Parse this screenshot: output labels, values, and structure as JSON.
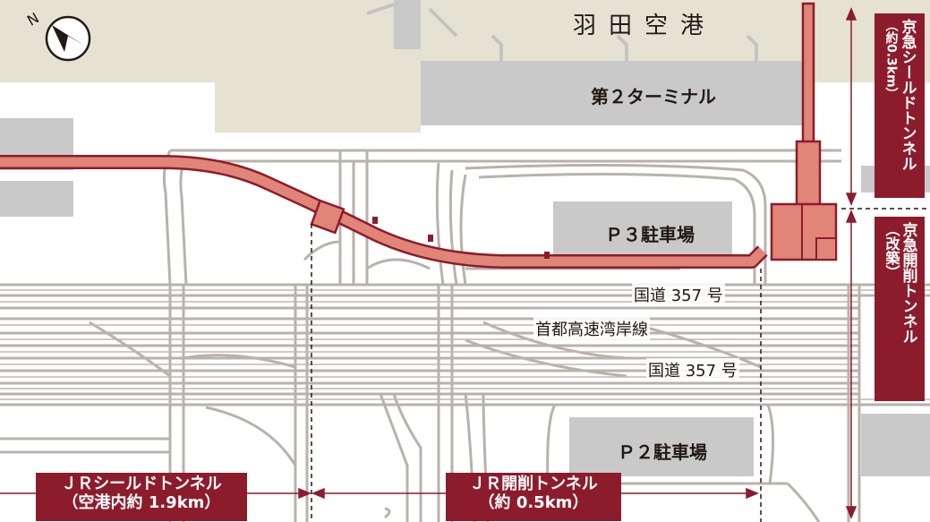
{
  "airport_title": "羽田空港",
  "terminal2": "第２ターミナル",
  "p3_parking": "Ｐ３駐車場",
  "p2_parking": "Ｐ２駐車場",
  "roads": {
    "route357_upper": "国道 357 号",
    "shuto_wangan": "首都高速湾岸線",
    "route357_lower": "国道 357 号"
  },
  "keikyu_shield": {
    "name": "京急シールドトンネル",
    "length": "（約0.3km）"
  },
  "keikyu_cut_cover": {
    "name": "京急開削トンネル",
    "note": "（改築）"
  },
  "jr_shield": {
    "name": "ＪＲシールドトンネル",
    "length": "（空港内約 1.9km）"
  },
  "jr_cut_cover": {
    "name": "ＪＲ開削トンネル",
    "length": "（約 0.5km）"
  },
  "north_arrow": "N",
  "north-arrow-icon": "compass-north-icon",
  "colors": {
    "tunnel_red": "#8c1c2c",
    "tunnel_fill": "#e08578",
    "building_gray": "#c9c9c9",
    "land_beige": "#e6e2d3",
    "road_gray": "#b8b2ab"
  }
}
